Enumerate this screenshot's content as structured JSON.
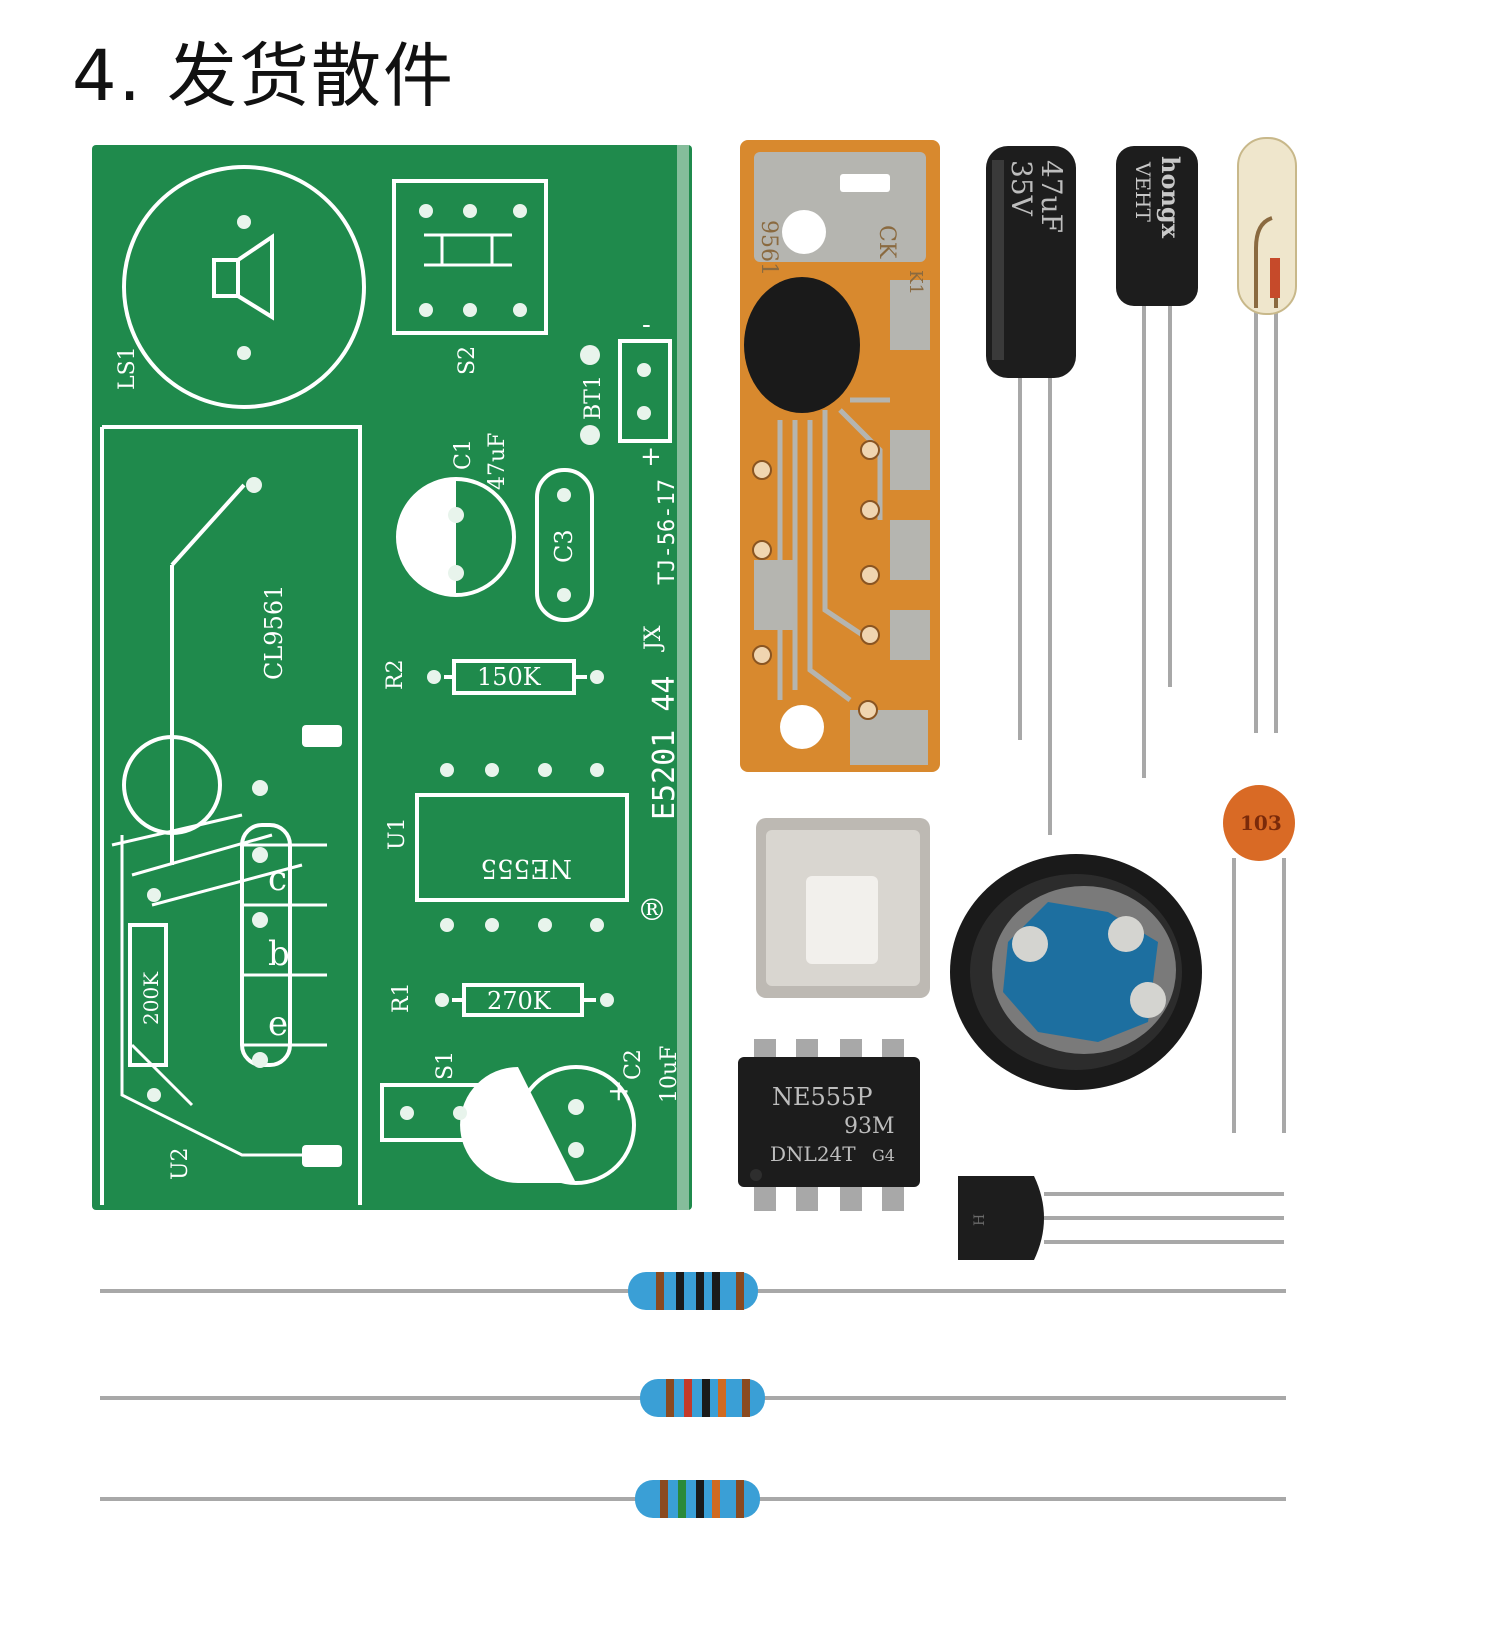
{
  "title": "4. 发货散件",
  "colors": {
    "pcb_green": "#1f8a4c",
    "silk_white": "#ffffff",
    "flex_orange": "#d8892e",
    "capacitor_black": "#1d1d1d",
    "ceramic_orange": "#d96a25",
    "resistor_blue": "#3a9fd6"
  },
  "pcb": {
    "labels": {
      "ls1": "LS1",
      "s2": "S2",
      "bt1": "BT1",
      "bt_minus": "-",
      "bt_plus": "+",
      "c1": "C1",
      "c1_value": "47uF",
      "c3": "C3",
      "c1_plus": "+",
      "board_code": "TJ-56-17",
      "cl9561": "CL9561",
      "r2": "R2",
      "r2_value": "150K",
      "jx": "JX",
      "lot": "E5201 44",
      "u1": "U1",
      "ne555": "NE555",
      "pin_c": "c",
      "pin_b": "b",
      "pin_e": "e",
      "res_200k": "200K",
      "r1": "R1",
      "r1_value": "270K",
      "s1": "S1",
      "c2": "C2",
      "c2_value": "10uF",
      "c2_plus": "+",
      "u2": "U2",
      "reg_mark": "®"
    }
  },
  "chip_board": {
    "code_left": "9561",
    "code_right": "CK",
    "mark_k": "K1"
  },
  "cap_large": {
    "text1": "47uF",
    "text2": "35V"
  },
  "cap_small": {
    "brand": "hongx",
    "text2": "VEHT"
  },
  "ceramic": {
    "value": "103"
  },
  "ic": {
    "line1": "NE555P",
    "line2": "93M",
    "line3": "DNL24T",
    "line3b": "G4"
  },
  "transistor": {
    "mark": "H"
  }
}
